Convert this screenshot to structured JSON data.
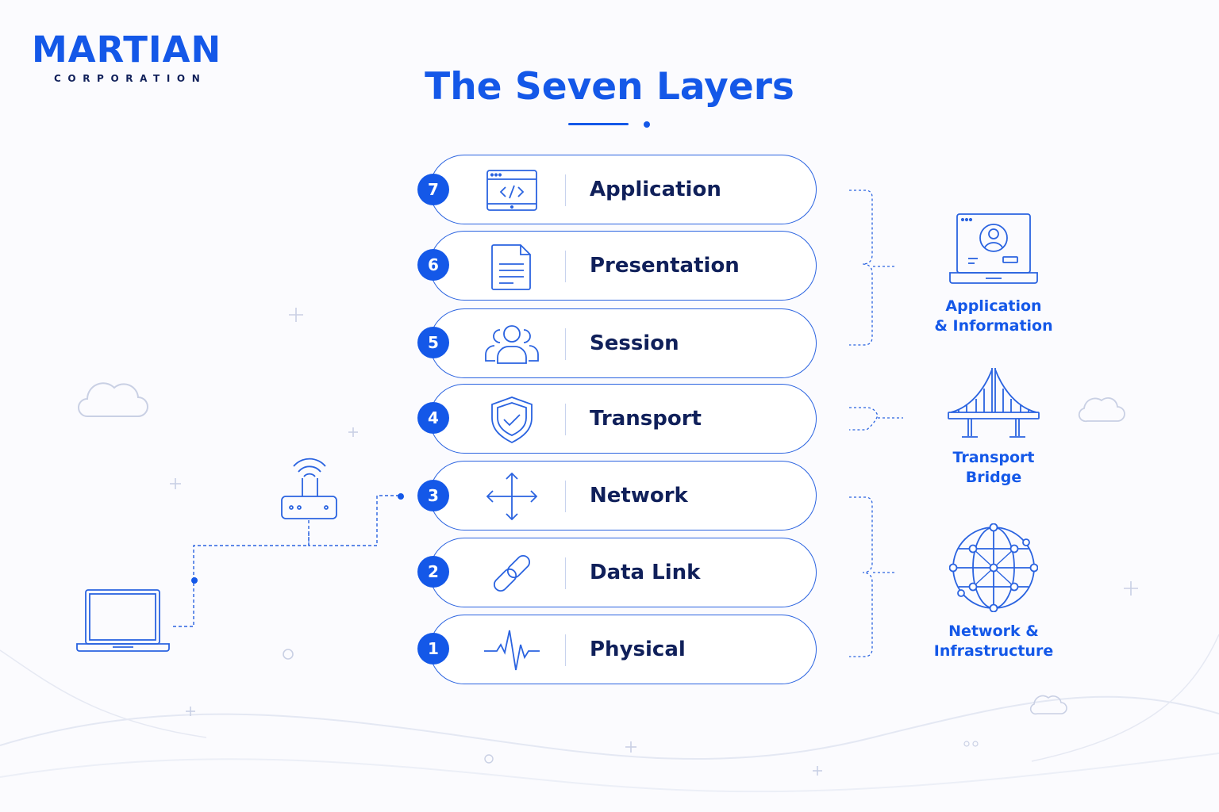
{
  "brand": {
    "name": "MARTIAN",
    "subtitle": "CORPORATION"
  },
  "title": "The Seven Layers",
  "layers": [
    {
      "number": "7",
      "name": "Application",
      "icon": "code-window-icon"
    },
    {
      "number": "6",
      "name": "Presentation",
      "icon": "document-icon"
    },
    {
      "number": "5",
      "name": "Session",
      "icon": "users-group-icon"
    },
    {
      "number": "4",
      "name": "Transport",
      "icon": "shield-check-icon"
    },
    {
      "number": "3",
      "name": "Network",
      "icon": "move-arrows-icon"
    },
    {
      "number": "2",
      "name": "Data Link",
      "icon": "chain-link-icon"
    },
    {
      "number": "1",
      "name": "Physical",
      "icon": "pulse-wave-icon"
    }
  ],
  "groups": [
    {
      "label_line1": "Application",
      "label_line2": "& Information",
      "icon": "laptop-user-icon",
      "layers": [
        "7",
        "6",
        "5"
      ]
    },
    {
      "label_line1": "Transport",
      "label_line2": "Bridge",
      "icon": "bridge-icon",
      "layers": [
        "4"
      ]
    },
    {
      "label_line1": "Network &",
      "label_line2": "Infrastructure",
      "icon": "globe-network-icon",
      "layers": [
        "3",
        "2",
        "1"
      ]
    }
  ],
  "decor": {
    "devices": [
      "router-icon",
      "laptop-icon"
    ],
    "background": [
      "cloud-icon",
      "plus-icon",
      "circle-icon",
      "wave-line"
    ]
  },
  "colors": {
    "accent": "#1458e8",
    "text_dark": "#10205a",
    "outline": "#2a63e0",
    "decor": "#c9d0e4",
    "background": "#fbfbfe"
  }
}
